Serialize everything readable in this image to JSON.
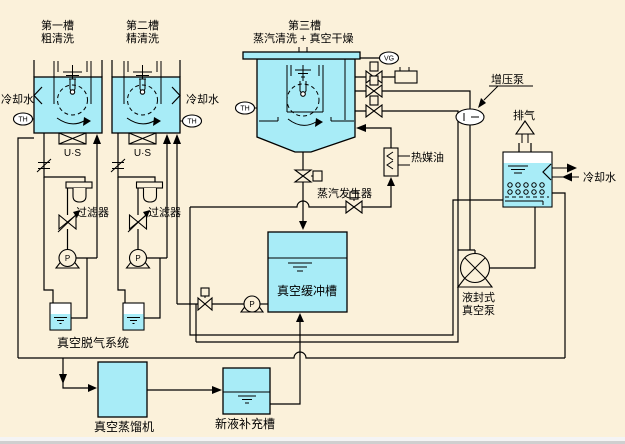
{
  "colors": {
    "background": "#fbf1da",
    "tank_fill": "#a8ecf7",
    "line": "#000000"
  },
  "labels": {
    "tank1_title_1": "第一槽",
    "tank1_title_2": "粗清洗",
    "tank2_title_1": "第二槽",
    "tank2_title_2": "精清洗",
    "tank3_title_1": "第三槽",
    "tank3_title_2": "蒸汽清洗 + 真空干燥",
    "cooling_water": "冷却水",
    "exhaust": "排气",
    "booster_pump": "增压泵",
    "heat_medium_oil": "热媒油",
    "steam_generator": "蒸汽发生器",
    "vacuum_buffer_tank": "真空缓冲槽",
    "filter": "过滤器",
    "ultrasonic": "U·S",
    "vacuum_degas_system": "真空脱气系统",
    "vacuum_distiller": "真空蒸馏机",
    "new_liquid_tank": "新液补充槽",
    "seal_pump_line1": "液封式",
    "seal_pump_line2": "真空泵",
    "sensor_th": "TH",
    "sensor_vg": "VG",
    "pump_p": "P"
  }
}
